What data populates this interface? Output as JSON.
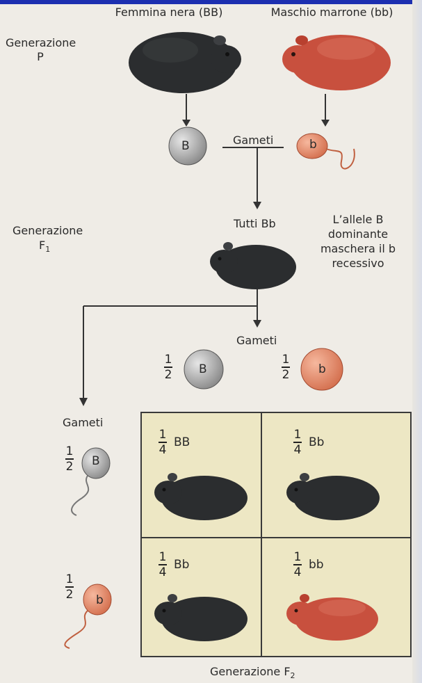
{
  "generazione_p": "Generazione\nP",
  "femmina": "Femmina nera (BB)",
  "maschio": "Maschio marrone (bb)",
  "gameti_top": "Gameti",
  "allele_B": "B",
  "allele_b": "b",
  "generazione_f1_main": "Generazione",
  "generazione_f1_sub": "1",
  "generazione_f1_letter": "F",
  "tutti_bb": "Tutti Bb",
  "allele_note": "L’allele B\ndominante\nmaschera il b\nrecessivo",
  "gameti_mid": "Gameti",
  "gameti_left": "Gameti",
  "frac_num": "1",
  "frac_den_half": "2",
  "frac_den_quarter": "4",
  "cell_labels": [
    "BB",
    "Bb",
    "Bb",
    "bb"
  ],
  "generazione_f2_main": "Generazione F",
  "generazione_f2_sub": "2",
  "colors": {
    "black_animal": "#2b2d2f",
    "brown_animal": "#c8503e",
    "gamete_gray": "#9a9a9a",
    "gamete_pink": "#e48a6c",
    "punnett_bg": "#ede7c4",
    "accent_blue": "#1c2fb0"
  },
  "icons": [
    "guinea-pig-black-icon",
    "guinea-pig-brown-icon",
    "egg-cell-icon",
    "sperm-cell-icon"
  ]
}
